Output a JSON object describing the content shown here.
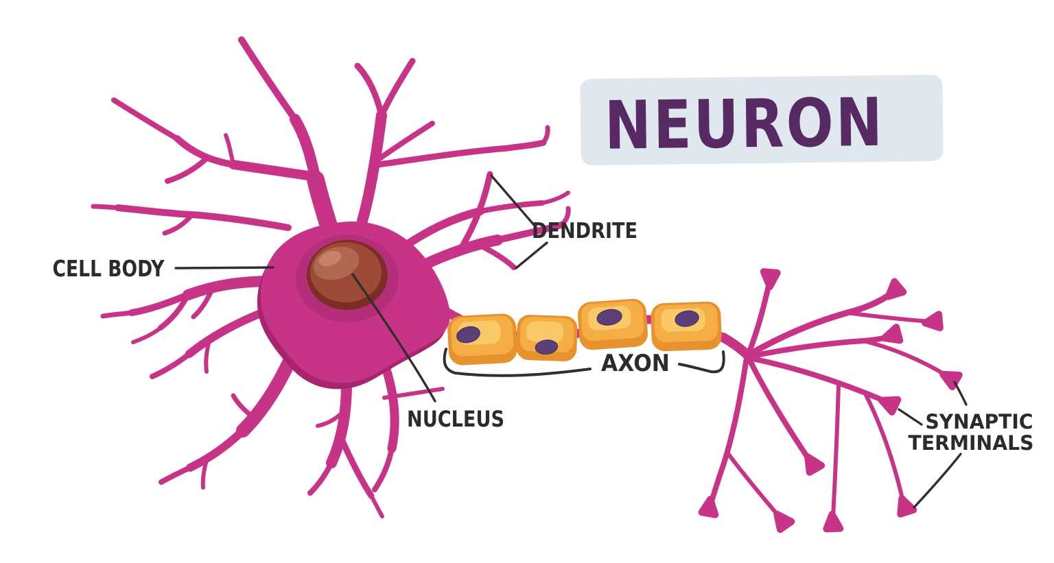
{
  "title": {
    "text": "NEURON"
  },
  "labels": {
    "cell_body": "CELL BODY",
    "dendrite": "DENDRITE",
    "nucleus": "NUCLEUS",
    "axon": "AXON",
    "synaptic_terminals_line1": "SYNAPTIC",
    "synaptic_terminals_line2": "TERMINALS"
  },
  "diagram": {
    "subject": "neuron anatomy",
    "myelin_segment_count": 4,
    "synaptic_terminal_bulb_count": 11,
    "labeled_parts": [
      "CELL BODY",
      "DENDRITE",
      "NUCLEUS",
      "AXON",
      "SYNAPTIC TERMINALS"
    ]
  },
  "colors": {
    "background": "#ffffff",
    "neuron_pink": "#c73487",
    "neuron_pink_dark": "#a8246e",
    "nucleus_ring_pink": "#b52e7a",
    "nucleus_outer": "#7c2d26",
    "nucleus_main": "#9d4a39",
    "nucleus_highlight": "#b16750",
    "myelin_base_orange": "#e8922f",
    "myelin_mid_orange": "#f5ae45",
    "myelin_light_orange": "#f9c967",
    "myelin_nucleus_purple": "#5e4078",
    "label_text": "#2e2a2a",
    "leader_line": "#332e2e",
    "title_text": "#582a63",
    "title_banner": "#dfe8ee"
  }
}
